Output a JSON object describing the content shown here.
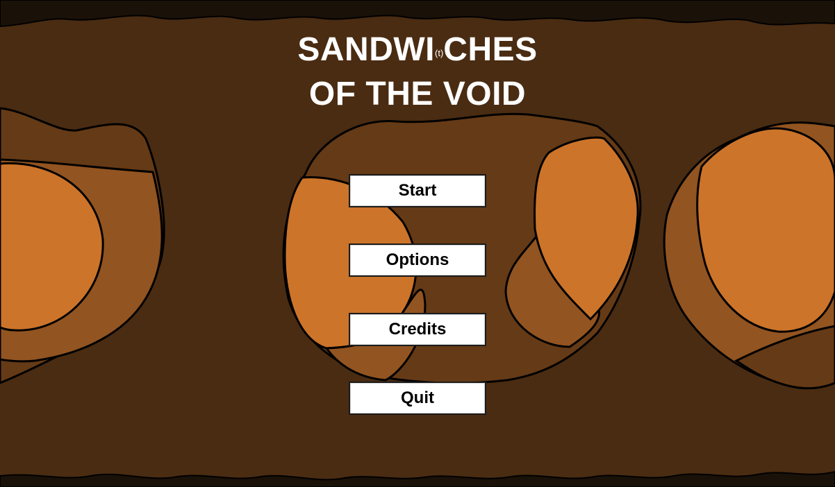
{
  "title": {
    "line1_a": "SANDWI",
    "line1_sup": "(t)",
    "line1_b": "CHES",
    "line2": "OF THE VOID"
  },
  "menu": {
    "start_label": "Start",
    "options_label": "Options",
    "credits_label": "Credits",
    "quit_label": "Quit"
  },
  "colors": {
    "background": "#4a2c12",
    "crust_dark": "#653a16",
    "crust_mid": "#925420",
    "bread_light": "#cc742a",
    "edge_strip": "#1a1108",
    "button_fill": "#ffffff",
    "title_text": "#ffffff"
  }
}
